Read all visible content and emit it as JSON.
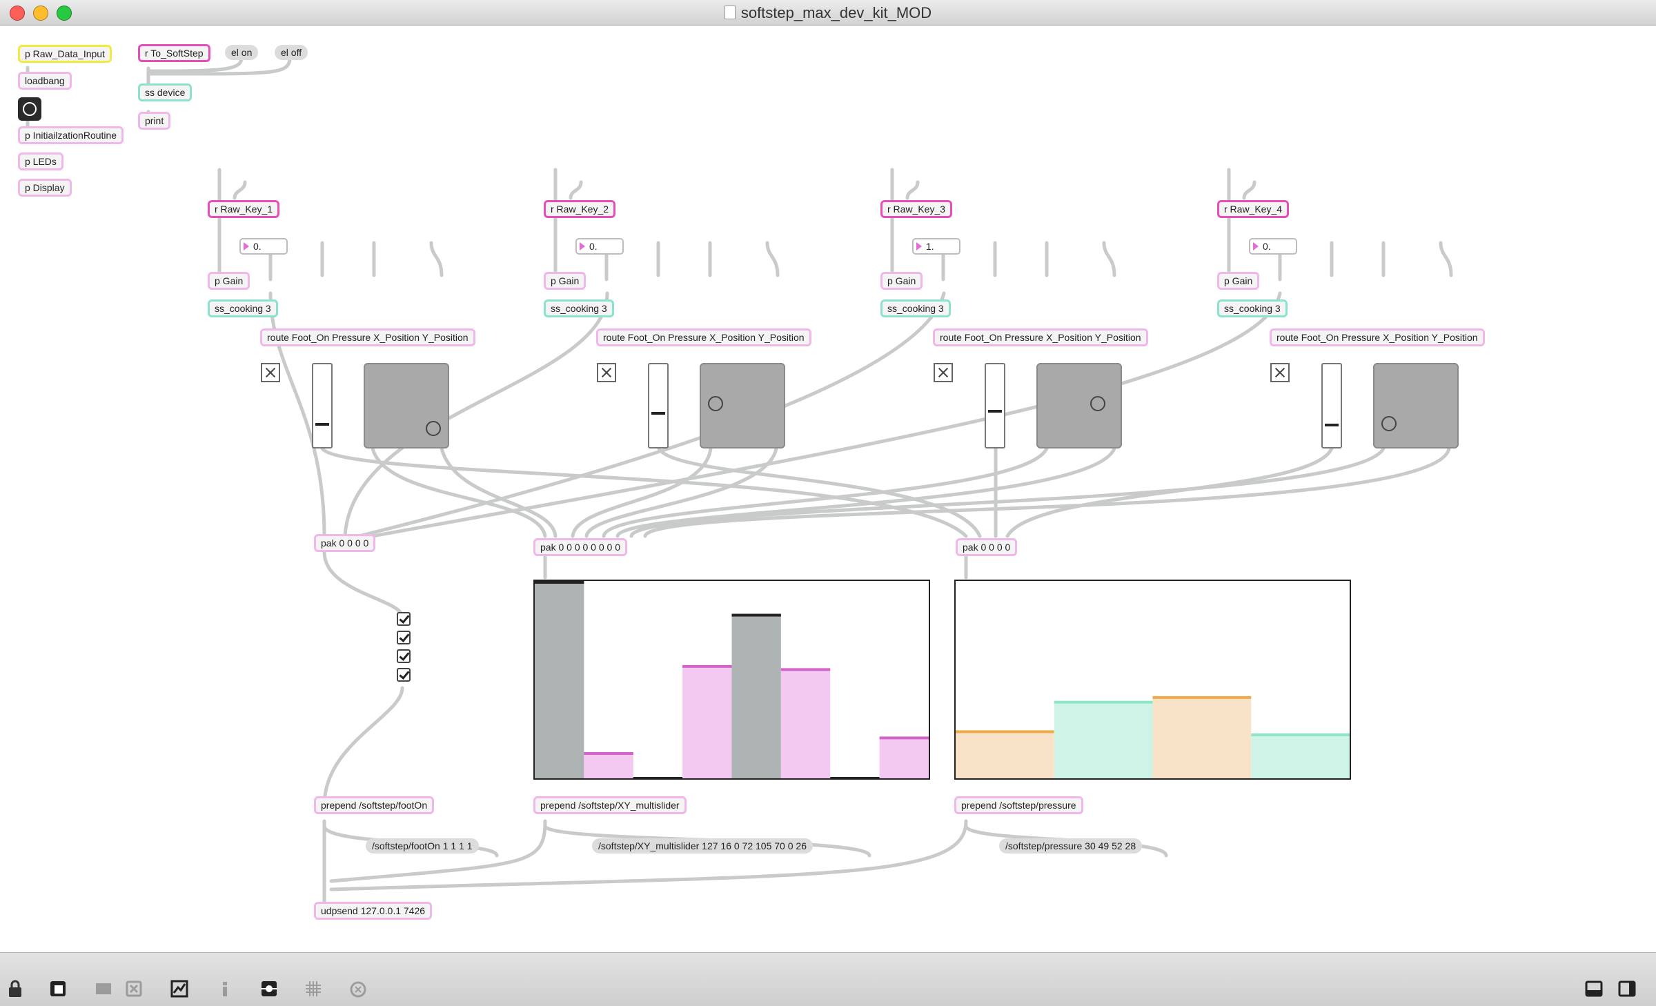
{
  "window": {
    "title": "softstep_max_dev_kit_MOD",
    "close_color": "#ff5f57",
    "minimize_color": "#ffbd2e",
    "zoom_color": "#28c840"
  },
  "top_objects": {
    "raw_data_input": "p Raw_Data_Input",
    "loadbang": "loadbang",
    "init_routine": "p InitiailzationRoutine",
    "leds": "p LEDs",
    "display": "p Display",
    "to_softstep": "r To_SoftStep",
    "el_on": "el on",
    "el_off": "el off",
    "ss_device": "ss device",
    "print": "print"
  },
  "keys": [
    {
      "receive": "r Raw_Key_1",
      "number": "0.",
      "gain": "p Gain",
      "cooking": "ss_cooking 3",
      "route": "route Foot_On Pressure X_Position Y_Position",
      "slider_level": 0.28,
      "pad_x": 0.88,
      "pad_y": 0.18
    },
    {
      "receive": "r Raw_Key_2",
      "number": "0.",
      "gain": "p Gain",
      "cooking": "ss_cooking 3",
      "route": "route Foot_On Pressure X_Position Y_Position",
      "slider_level": 0.42,
      "pad_x": 0.1,
      "pad_y": 0.54
    },
    {
      "receive": "r Raw_Key_3",
      "number": "1.",
      "gain": "p Gain",
      "cooking": "ss_cooking 3",
      "route": "route Foot_On Pressure X_Position Y_Position",
      "slider_level": 0.45,
      "pad_x": 0.76,
      "pad_y": 0.54
    },
    {
      "receive": "r Raw_Key_4",
      "number": "0.",
      "gain": "p Gain",
      "cooking": "ss_cooking 3",
      "route": "route Foot_On Pressure X_Position Y_Position",
      "slider_level": 0.27,
      "pad_x": 0.1,
      "pad_y": 0.25
    }
  ],
  "pak": {
    "footon": "pak 0 0 0 0",
    "xy": "pak 0 0 0 0 0 0 0 0",
    "pressure": "pak 0 0 0 0"
  },
  "foot_on_states": [
    true,
    true,
    true,
    true
  ],
  "xy_multislider": {
    "range": [
      0,
      127
    ],
    "values": [
      127,
      16,
      0,
      72,
      105,
      70,
      0,
      26
    ],
    "colors": [
      "#aeb4b3",
      "#f4c9f1",
      "#aeb4b3",
      "#f4c9f1",
      "#aeb4b3",
      "#f4c9f1",
      "#aeb4b3",
      "#f4c9f1"
    ],
    "line_colors": [
      "#222222",
      "#d463c9",
      "#222222",
      "#d463c9",
      "#222222",
      "#d463c9",
      "#222222",
      "#d463c9"
    ]
  },
  "pressure_multislider": {
    "range": [
      0,
      127
    ],
    "values": [
      30,
      49,
      52,
      28
    ],
    "colors": [
      "#f9e3c8",
      "#cdf4e6",
      "#f9e3c8",
      "#cdf4e6"
    ],
    "line_colors": [
      "#f0a94a",
      "#8de6c4",
      "#f0a94a",
      "#8de6c4"
    ]
  },
  "prepend": {
    "footon": "prepend /softstep/footOn",
    "xy": "prepend /softstep/XY_multislider",
    "pressure": "prepend /softstep/pressure"
  },
  "messages": {
    "footon": "/softstep/footOn 1 1 1 1",
    "xy": "/softstep/XY_multislider 127 16 0 72 105 70 0 26",
    "pressure": "/softstep/pressure 30 49 52 28"
  },
  "udpsend": "udpsend 127.0.0.1 7426",
  "toolbar": [
    {
      "name": "lock-icon",
      "enabled": true
    },
    {
      "name": "new-object-icon",
      "enabled": true
    },
    {
      "name": "presentation-icon",
      "enabled": false
    },
    {
      "name": "clear-icon",
      "enabled": false
    },
    {
      "name": "chart-icon",
      "enabled": true
    },
    {
      "name": "info-icon",
      "enabled": false
    },
    {
      "name": "connect-icon",
      "enabled": true
    },
    {
      "name": "grid-icon",
      "enabled": false
    },
    {
      "name": "debug-icon",
      "enabled": false
    }
  ]
}
